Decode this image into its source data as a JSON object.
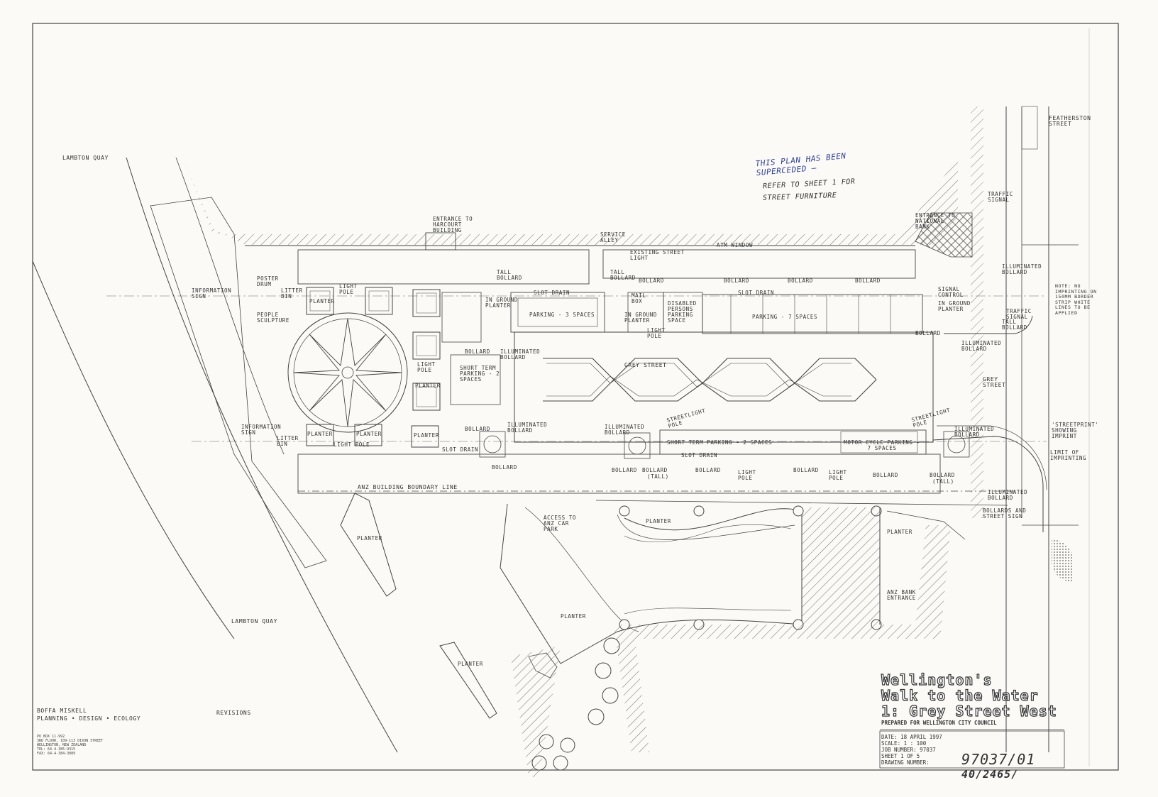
{
  "streets": {
    "lambton_quay_north": "LAMBTON QUAY",
    "lambton_quay_south": "LAMBTON QUAY",
    "featherston": "FEATHERSTON STREET",
    "grey_street_center": "GREY STREET",
    "grey_street_east": "GREY STREET"
  },
  "handwritten": {
    "superseded": "THIS PLAN HAS BEEN SUPERCEDED —",
    "refer": "REFER TO SHEET 1 FOR",
    "furniture": "STREET FURNITURE"
  },
  "labels": {
    "entrance_harcourt": "ENTRANCE TO HARCOURT BUILDING",
    "service_alley": "SERVICE ALLEY",
    "existing_light": "EXISTING STREET LIGHT",
    "atm_window": "ATM WINDOW",
    "entrance_national": "ENTRANCE TO NATIONAL BANK",
    "traffic_signal_top": "TRAFFIC SIGNAL",
    "bollard": "BOLLARD",
    "illuminated_bollard": "ILLUMINATED BOLLARD",
    "note": "NOTE: NO IMPRINTING ON 150MM BORDER STRIP WHITE LINES TO BE APPLIED",
    "traffic_signal_mid": "TRAFFIC SIGNAL",
    "poster_drum": "POSTER DRUM",
    "information_sign_top": "INFORMATION SIGN",
    "litter_bin_top": "LITTER BIN",
    "people_sculpture": "PEOPLE SCULPTURE",
    "light_pole": "LIGHT POLE",
    "planter": "PLANTER",
    "tall_bollard": "TALL BOLLARD",
    "slot_drain": "SLOT DRAIN",
    "in_ground_planter": "IN GROUND PLANTER",
    "parking_3": "PARKING - 3 SPACES",
    "mail_box": "MAIL BOX",
    "disabled_parking": "DISABLED PERSONS PARKING SPACE",
    "parking_7": "PARKING - 7 SPACES",
    "signal_control": "SIGNAL CONTROL",
    "short_term_parking_west": "SHORT TERM PARKING - 2 SPACES",
    "information_sign_bottom": "INFORMATION SIGN",
    "litter_bin_bottom": "LITTER BIN",
    "streetlight_pole": "STREETLIGHT POLE",
    "short_term_parking_south": "SHORT TERM PARKING - 2 SPACES",
    "motorcycle_parking": "MOTOR CYCLE PARKING - 7 SPACES",
    "bollard_tall": "(TALL)",
    "streetprint": "'STREETPRINT' SHOWING IMPRINT",
    "limit_imprinting": "LIMIT OF IMPRINTING",
    "bollards_street_sign": "BOLLARDS AND STREET SIGN",
    "anz_boundary": "ANZ BUILDING BOUNDARY LINE",
    "access_anz": "ACCESS TO ANZ CAR PARK",
    "anz_bank_entrance": "ANZ BANK ENTRANCE"
  },
  "firm": {
    "name": "BOFFA MISKELL",
    "tagline": "PLANNING • DESIGN • ECOLOGY",
    "revisions": "REVISIONS",
    "address": [
      "PO BOX 11-992",
      "3RD FLOOR, 109-113 DIXON STREET",
      "WELLINGTON, NEW ZEALAND",
      "TEL: 64-4-385-9315",
      "FAX: 64-4-384-3089"
    ]
  },
  "title_block": {
    "line1": "Wellington's",
    "line2": "Walk to the Water",
    "line3": "1: Grey Street West",
    "prepared": "PREPARED FOR WELLINGTON CITY COUNCIL",
    "date": "DATE: 18 APRIL 1997",
    "scale": "SCALE: 1 : 100",
    "job": "JOB NUMBER: 97037",
    "sheet": "SHEET 1 OF 5",
    "drawing": "DRAWING NUMBER:",
    "drawing_number": "97037/01",
    "file_number": "40/2465/"
  }
}
